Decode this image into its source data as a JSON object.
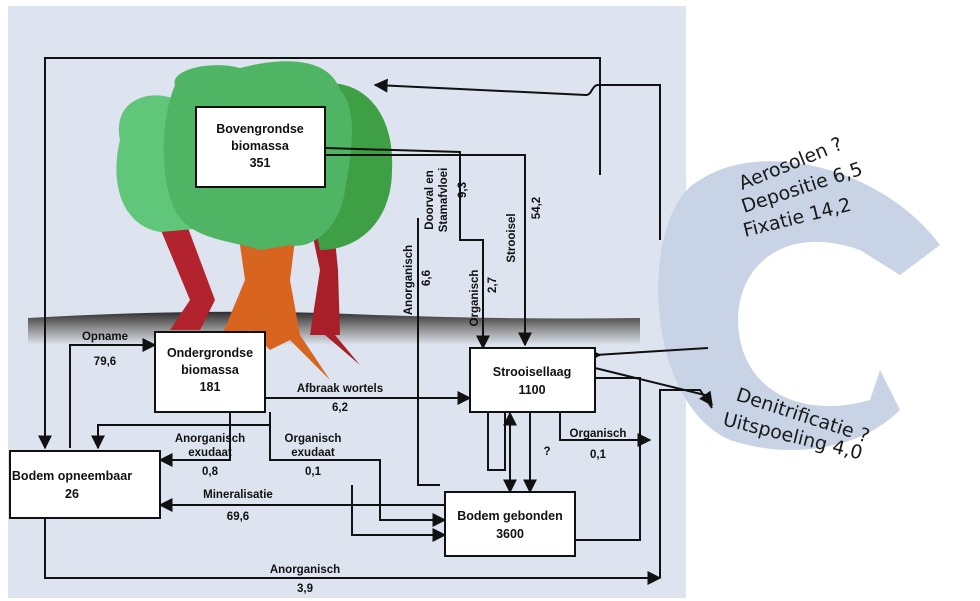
{
  "boxes": {
    "bovengrondse": {
      "title1": "Bovengrondse",
      "title2": "biomassa",
      "value": "351"
    },
    "ondergrondse": {
      "title1": "Ondergrondse",
      "title2": "biomassa",
      "value": "181"
    },
    "strooisellaag": {
      "title": "Strooisellaag",
      "value": "1100"
    },
    "bodem_opneembaar": {
      "title": "Bodem opneembaar",
      "value": "26"
    },
    "bodem_gebonden": {
      "title": "Bodem gebonden",
      "value": "3600"
    }
  },
  "flows": {
    "opname": {
      "label": "Opname",
      "value": "79,6"
    },
    "afbraak_wortels": {
      "label": "Afbraak wortels",
      "value": "6,2"
    },
    "anorganisch_exudaat": {
      "label1": "Anorganisch",
      "label2": "exudaat",
      "value": "0,8"
    },
    "organisch_exudaat": {
      "label1": "Organisch",
      "label2": "exudaat",
      "value": "0,1"
    },
    "mineralisatie": {
      "label": "Mineralisatie",
      "value": "69,6"
    },
    "anorganisch_bottom": {
      "label": "Anorganisch",
      "value": "3,9"
    },
    "organisch_right": {
      "label": "Organisch",
      "value": "0,1"
    },
    "question": "?",
    "doorval": {
      "label1": "Doorval en",
      "label2": "Stamafvloei",
      "value": "9,3"
    },
    "strooisel": {
      "label": "Strooisel",
      "value": "54,2"
    },
    "anorganisch_vert": {
      "label": "Anorganisch",
      "value": "6,6"
    },
    "organisch_vert": {
      "label": "Organisch",
      "value": "2,7"
    }
  },
  "arc_inputs": [
    "Aerosolen ?",
    "Depositie 6,5",
    "Fixatie 14,2"
  ],
  "arc_outputs": [
    "Denitrificatie ?",
    "Uitspoeling 4,0"
  ],
  "colors": {
    "background_panel": "#dde3ef",
    "arc": "#c9d3e6",
    "canopy_light": "#5fc67a",
    "canopy_dark": "#3f9f44",
    "trunk": "#d8651f",
    "trunk_dark": "#a81f2a",
    "ground": "#3a3a3a"
  }
}
